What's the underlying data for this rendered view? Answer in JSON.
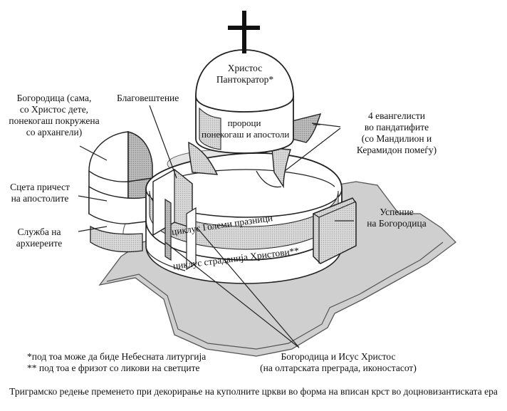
{
  "labels": {
    "christ": [
      "Христос",
      "Пантократор*"
    ],
    "prophets": [
      "пророци",
      "понекогаш и апостоли"
    ],
    "annunciation": "Благовештение",
    "virgin_apse": [
      "Богородица (сама,",
      "со Христос дете,",
      "понекогаш покружена",
      "со архангели)"
    ],
    "communion": [
      "Сцета причест",
      "на апостолите"
    ],
    "service": [
      "Служба на",
      "архиереите"
    ],
    "evangelists": [
      "4 евангелисти",
      "во пандатифите",
      "(со Мандилион и",
      "Керамидон помеѓу)"
    ],
    "dormition": [
      "Успение",
      "на Богородица"
    ],
    "great_feasts": "циклус Големи празници",
    "passion": "циклус страданија Христови**",
    "footnote1": "*под тоа може да биде Небесната литургија",
    "footnote2": "** под тоа е фризот со ликови на светците",
    "iconostasis": [
      "Богородица и Исус Христос",
      "(на олтарската преграда, иконостасот)"
    ],
    "caption": "Триграмско редење пременето при декорирање на куполните цркви во форма на вписан крст во доцновизантиската ера"
  }
}
